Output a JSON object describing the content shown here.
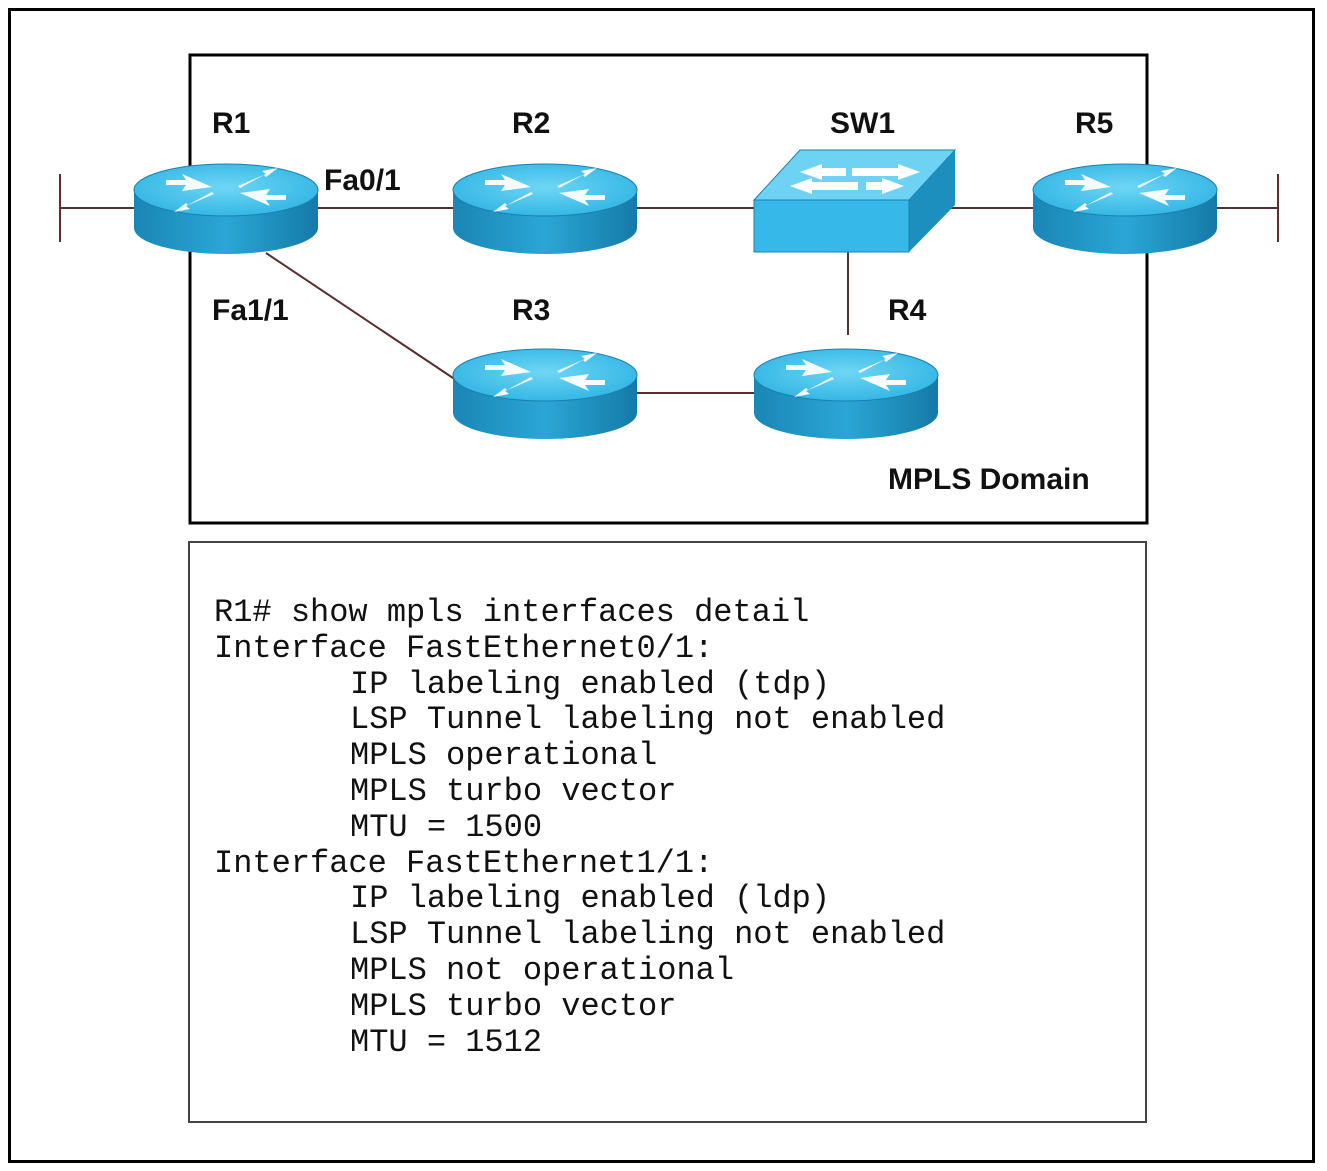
{
  "devices": {
    "r1": "R1",
    "r2": "R2",
    "r3": "R3",
    "r4": "R4",
    "r5": "R5",
    "sw1": "SW1"
  },
  "interfaces": {
    "fa01": "Fa0/1",
    "fa11": "Fa1/1"
  },
  "domain_label": "MPLS Domain",
  "console": {
    "lines": [
      "R1# show mpls interfaces detail",
      "Interface FastEthernet0/1:",
      "IP labeling enabled (tdp)",
      "LSP Tunnel labeling not enabled",
      "MPLS operational",
      "MPLS turbo vector",
      "MTU = 1500",
      "Interface FastEthernet1/1:",
      "IP labeling enabled (ldp)",
      "LSP Tunnel labeling not enabled",
      "MPLS not operational",
      "MPLS turbo vector",
      "MTU = 1512"
    ]
  },
  "colors": {
    "router_top": "#3ec2ee",
    "router_side": "#1c8fbf",
    "link": "#5a2e2e",
    "switch_front": "#36b9e8"
  }
}
